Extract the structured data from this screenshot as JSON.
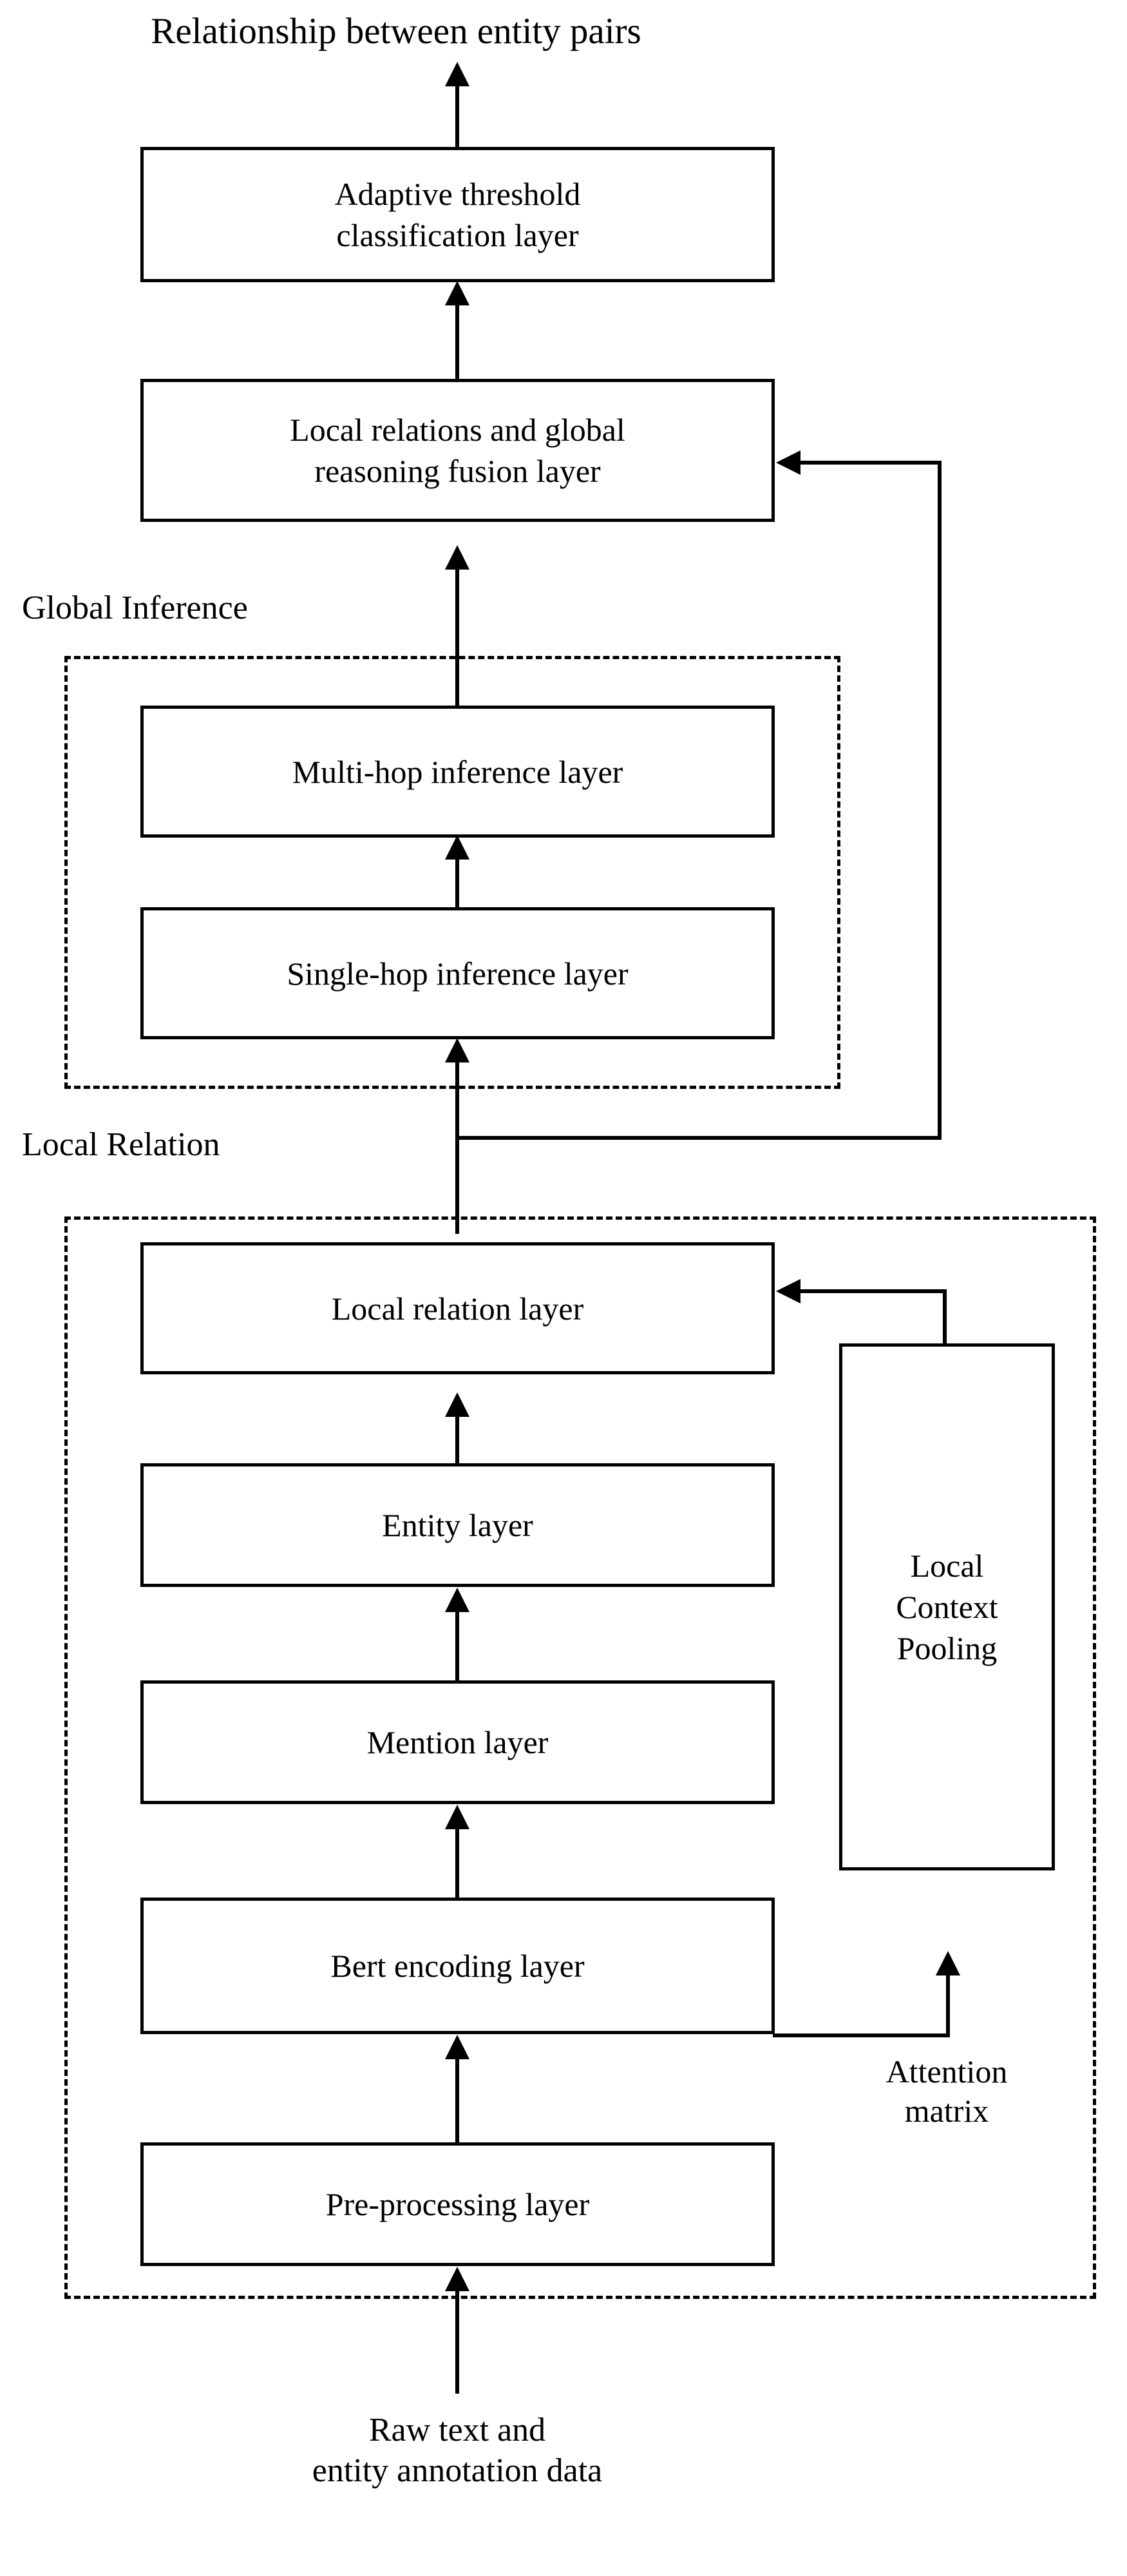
{
  "diagram": {
    "title_top": "Relationship between entity pairs",
    "input_bottom_line1": "Raw text and",
    "input_bottom_line2": "entity annotation data",
    "group_labels": {
      "global_inference": "Global Inference",
      "local_relation": "Local Relation"
    },
    "side_labels": {
      "attention_matrix_line1": "Attention",
      "attention_matrix_line2": "matrix"
    },
    "boxes": {
      "adaptive_threshold_line1": "Adaptive threshold",
      "adaptive_threshold_line2": "classification layer",
      "fusion_line1": "Local relations and global",
      "fusion_line2": "reasoning fusion layer",
      "multi_hop": "Multi-hop inference layer",
      "single_hop": "Single-hop inference layer",
      "local_relation_layer": "Local relation layer",
      "entity_layer": "Entity layer",
      "mention_layer": "Mention layer",
      "bert_encoding_layer": "Bert encoding layer",
      "pre_processing_layer": "Pre-processing layer",
      "local_context_pooling_line1": "Local",
      "local_context_pooling_line2": "Context",
      "local_context_pooling_line3": "Pooling"
    },
    "colors": {
      "stroke": "#000000",
      "background": "#ffffff"
    }
  }
}
